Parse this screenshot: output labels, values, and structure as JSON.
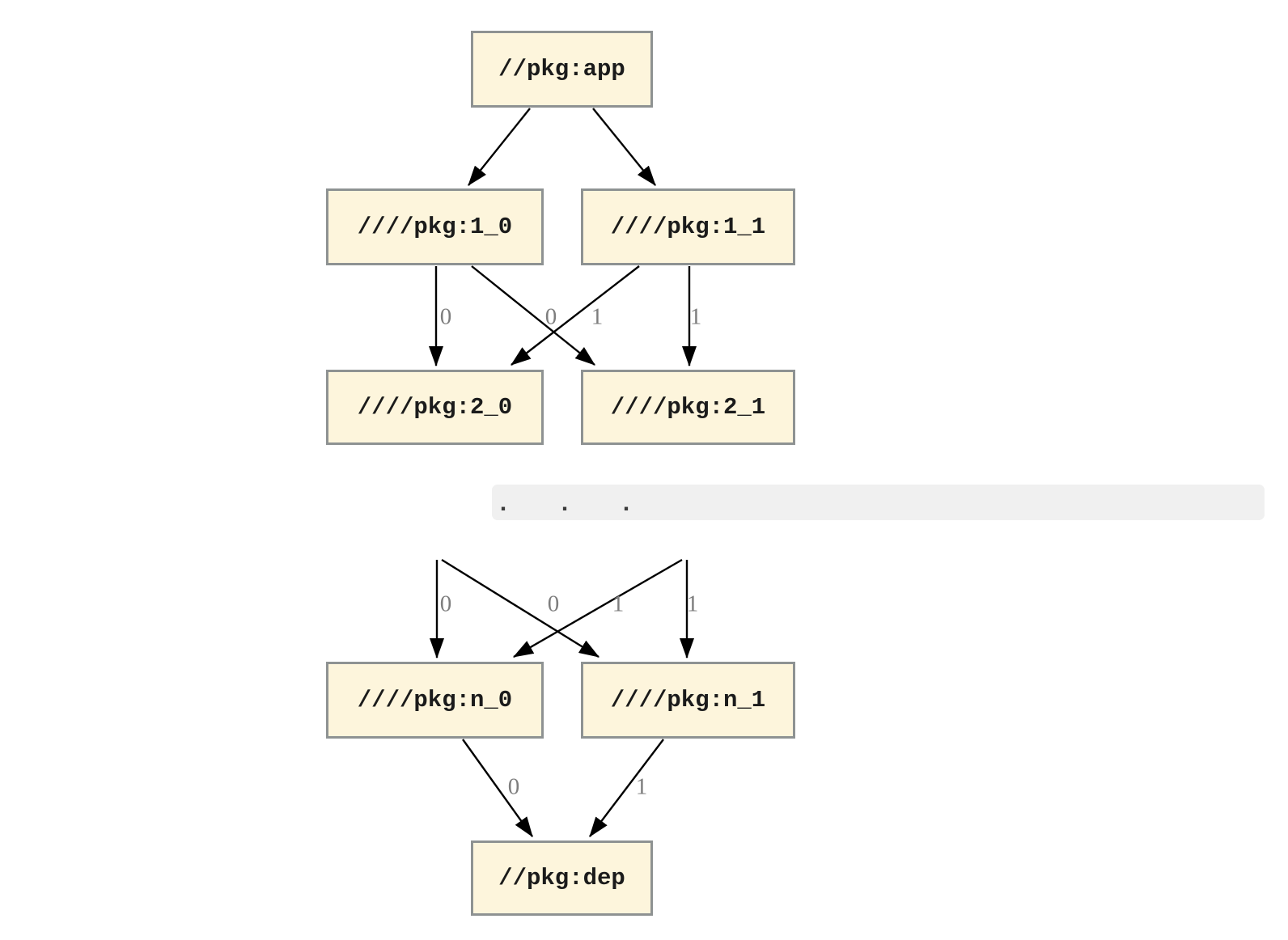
{
  "diagram": {
    "type": "dependency-graph",
    "direction": "top-down",
    "nodes": [
      {
        "id": "app",
        "label": "//pkg:app"
      },
      {
        "id": "1_0",
        "label": "////pkg:1_0"
      },
      {
        "id": "1_1",
        "label": "////pkg:1_1"
      },
      {
        "id": "2_0",
        "label": "////pkg:2_0"
      },
      {
        "id": "2_1",
        "label": "////pkg:2_1"
      },
      {
        "id": "n_0",
        "label": "////pkg:n_0"
      },
      {
        "id": "n_1",
        "label": "////pkg:n_1"
      },
      {
        "id": "dep",
        "label": "//pkg:dep"
      }
    ],
    "edges": [
      {
        "from": "app",
        "to": "1_0",
        "label": ""
      },
      {
        "from": "app",
        "to": "1_1",
        "label": ""
      },
      {
        "from": "1_0",
        "to": "2_0",
        "label": "0"
      },
      {
        "from": "1_0",
        "to": "2_1",
        "label": "1"
      },
      {
        "from": "1_1",
        "to": "2_0",
        "label": "0"
      },
      {
        "from": "1_1",
        "to": "2_1",
        "label": "1"
      },
      {
        "from": "…",
        "to": "n_0",
        "label": "0"
      },
      {
        "from": "…",
        "to": "n_1",
        "label": "1"
      },
      {
        "from": "…",
        "to": "n_1",
        "label": "1"
      },
      {
        "from": "…",
        "to": "n_0",
        "label": "0"
      },
      {
        "from": "n_0",
        "to": "dep",
        "label": "0"
      },
      {
        "from": "n_1",
        "to": "dep",
        "label": "1"
      }
    ],
    "ellipsis": ". . .",
    "colors": {
      "node_fill": "#FDF5DC",
      "node_border": "#8E9292",
      "edge": "#000000",
      "edge_label": "#7E7E7E",
      "ellipsis_band": "#F0F0F0",
      "ellipsis_dots": "#3C3C3C"
    }
  }
}
